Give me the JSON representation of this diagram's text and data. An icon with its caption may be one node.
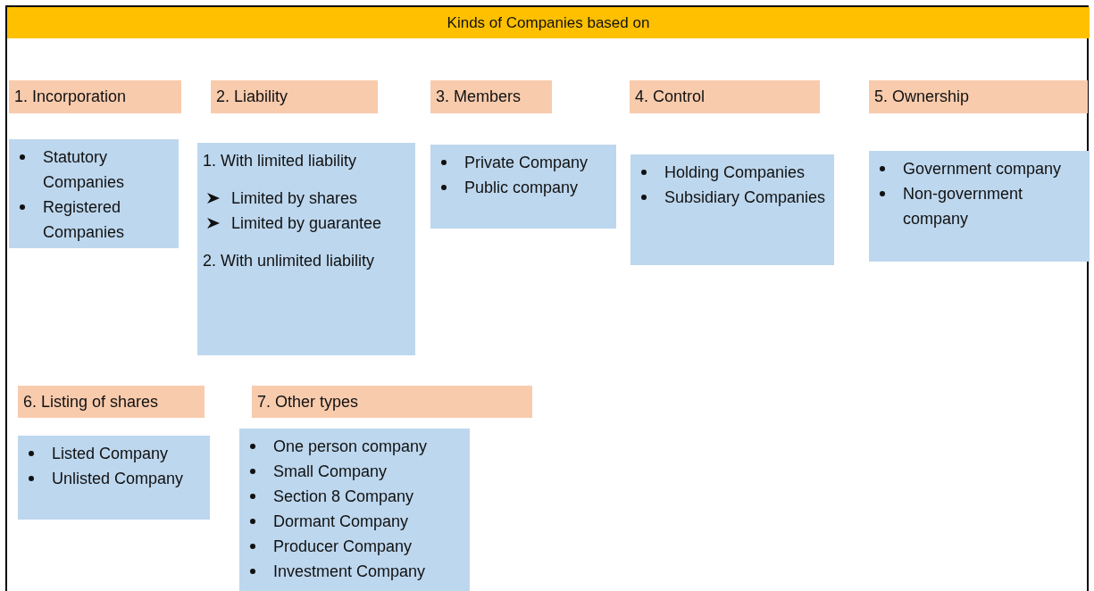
{
  "diagram": {
    "nodes": [
      {
        "text": [
          "Kinds of Companies based on"
        ]
      },
      {
        "text": [
          "1. Incorporation"
        ]
      },
      {
        "text": [
          "2. Liability"
        ]
      },
      {
        "text": [
          "3. Members"
        ]
      },
      {
        "text": [
          "4. Control"
        ]
      },
      {
        "text": [
          "5. Ownership"
        ]
      },
      {
        "text": [
          "Statutory Companies",
          "Registered Companies"
        ]
      },
      {
        "text": [
          "1. With limited liability",
          "Limited by shares",
          "Limited by guarantee",
          "2. With unlimited liability"
        ]
      },
      {
        "text": [
          "Private Company",
          "Public company"
        ]
      },
      {
        "text": [
          "Holding Companies",
          "Subsidiary Companies"
        ]
      },
      {
        "text": [
          "Government company",
          "Non-government company"
        ]
      },
      {
        "text": [
          "6. Listing of shares"
        ]
      },
      {
        "text": [
          "7. Other types"
        ]
      },
      {
        "text": [
          "Listed Company",
          "Unlisted Company"
        ]
      },
      {
        "text": [
          "One person company",
          "Small Company",
          "Section 8 Company",
          "Dormant Company",
          "Producer Company",
          "Investment Company"
        ]
      }
    ]
  }
}
